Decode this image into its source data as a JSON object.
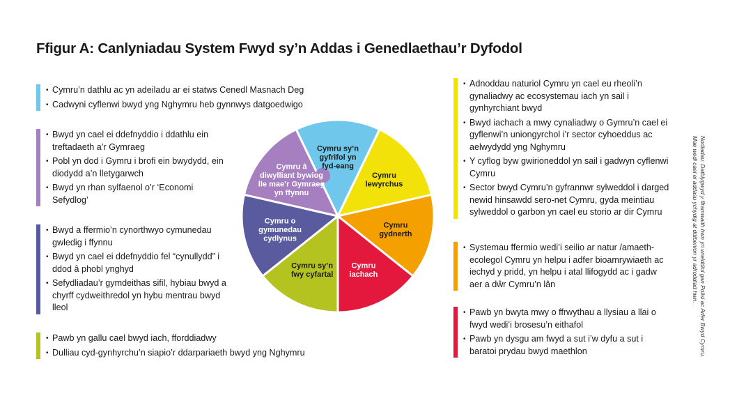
{
  "title": "Ffigur A: Canlyniadau System Fwyd sy’n Addas i Genedlaethau’r Dyfodol",
  "colors": {
    "blue": "#6fc7ec",
    "purple": "#a57fc0",
    "navy": "#5a5b9f",
    "green": "#b5c320",
    "yellow": "#f3e10a",
    "orange": "#f3a000",
    "red": "#e4183c"
  },
  "wheel_segments": [
    {
      "id": "globally-responsible",
      "color": "#6fc7ec",
      "text_color": "#1a1a1a",
      "lines": [
        "Cymru sy’n",
        "gyfrifol yn",
        "fyd-eang"
      ]
    },
    {
      "id": "prosperous",
      "color": "#f3e10a",
      "text_color": "#1a1a1a",
      "lines": [
        "Cymru",
        "lewyrchus"
      ]
    },
    {
      "id": "resilient",
      "color": "#f3a000",
      "text_color": "#1a1a1a",
      "lines": [
        "Cymru",
        "gydnerth"
      ]
    },
    {
      "id": "healthier",
      "color": "#e4183c",
      "text_color": "#ffffff",
      "lines": [
        "Cymru",
        "iachach"
      ]
    },
    {
      "id": "more-equal",
      "color": "#b5c320",
      "text_color": "#1a1a1a",
      "lines": [
        "Cymru sy’n",
        "fwy cyfartal"
      ]
    },
    {
      "id": "cohesive-communities",
      "color": "#5a5b9f",
      "text_color": "#ffffff",
      "lines": [
        "Cymru o",
        "gymunedau",
        "cydlynus"
      ]
    },
    {
      "id": "vibrant-culture",
      "color": "#a57fc0",
      "text_color": "#ffffff",
      "lines": [
        "Cymru â",
        "diwylliant bywiog",
        "lle mae’r Gymraeg",
        "yn ffynnu"
      ]
    }
  ],
  "left_groups": [
    {
      "id": "globally-responsible",
      "color": "#6fc7ec",
      "items": [
        "Cymru’n dathlu ac yn adeiladu ar ei statws Cenedl Masnach Deg",
        "Cadwyni cyflenwi bwyd yng Nghymru heb gynnwys datgoedwigo"
      ]
    },
    {
      "id": "vibrant-culture",
      "color": "#a57fc0",
      "items": [
        "Bwyd yn cael ei ddefnyddio i ddathlu ein treftadaeth a’r Gymraeg",
        "Pobl yn dod i Gymru i brofi ein bwydydd, ein diodydd a’n lletygarwch",
        "Bwyd yn rhan sylfaenol o’r ‘Economi Sefydlog’"
      ]
    },
    {
      "id": "cohesive-communities",
      "color": "#5a5b9f",
      "items": [
        "Bwyd a ffermio’n cynorthwyo cymunedau gwledig i ffynnu",
        "Bwyd yn cael ei ddefnyddio fel “cynullydd” i ddod â phobl ynghyd",
        "Sefydliadau’r gymdeithas sifil, hybiau bwyd a chyrff cydweithredol yn hybu mentrau bwyd lleol"
      ]
    },
    {
      "id": "more-equal",
      "color": "#b5c320",
      "items": [
        "Pawb yn gallu cael bwyd iach, fforddiadwy",
        "Dulliau cyd-gynhyrchu’n siapio’r ddarpariaeth bwyd yng Nghymru"
      ]
    }
  ],
  "right_groups": [
    {
      "id": "prosperous",
      "color": "#f3e10a",
      "items": [
        "Adnoddau naturiol Cymru yn cael eu rheoli’n gynaliadwy ac ecosystemau iach yn sail i gynhyrchiant bwyd",
        "Bwyd iachach a mwy cynaliadwy o Gymru’n cael ei gyflenwi’n uniongyrchol i’r sector cyhoeddus ac aelwydydd yng Nghymru",
        "Y cyflog byw gwirioneddol yn sail i gadwyn cyflenwi Cymru",
        "Sector bwyd Cymru’n gyfrannwr sylweddol i darged newid hinsawdd sero-net Cymru, gyda meintiau sylweddol o garbon yn cael eu storio ar dir Cymru"
      ]
    },
    {
      "id": "resilient",
      "color": "#f3a000",
      "items": [
        "Systemau ffermio wedi’i seilio ar natur /amaeth-ecolegol Cymru yn helpu i adfer bioamrywiaeth ac iechyd y pridd, yn helpu i atal llifogydd ac i gadw aer a dŵr Cymru’n lân"
      ]
    },
    {
      "id": "healthier",
      "color": "#e4183c",
      "items": [
        "Pawb yn bwyta mwy o ffrwythau a llysiau a llai o fwyd wedi’i brosesu’n eithafol",
        "Pawb yn dysgu am fwyd a sut i’w dyfu a sut i baratoi prydau bwyd maethlon"
      ]
    }
  ],
  "side_note": {
    "line1": "Nodiadau: Datblygwyd y fframwaith hwn yn wreiddiol gan Polisi ac Arfer Bwyd Cymru.",
    "line2": "Mae wedi cael ei addasu ychydig at ddibenion yr adroddiad hwn."
  }
}
